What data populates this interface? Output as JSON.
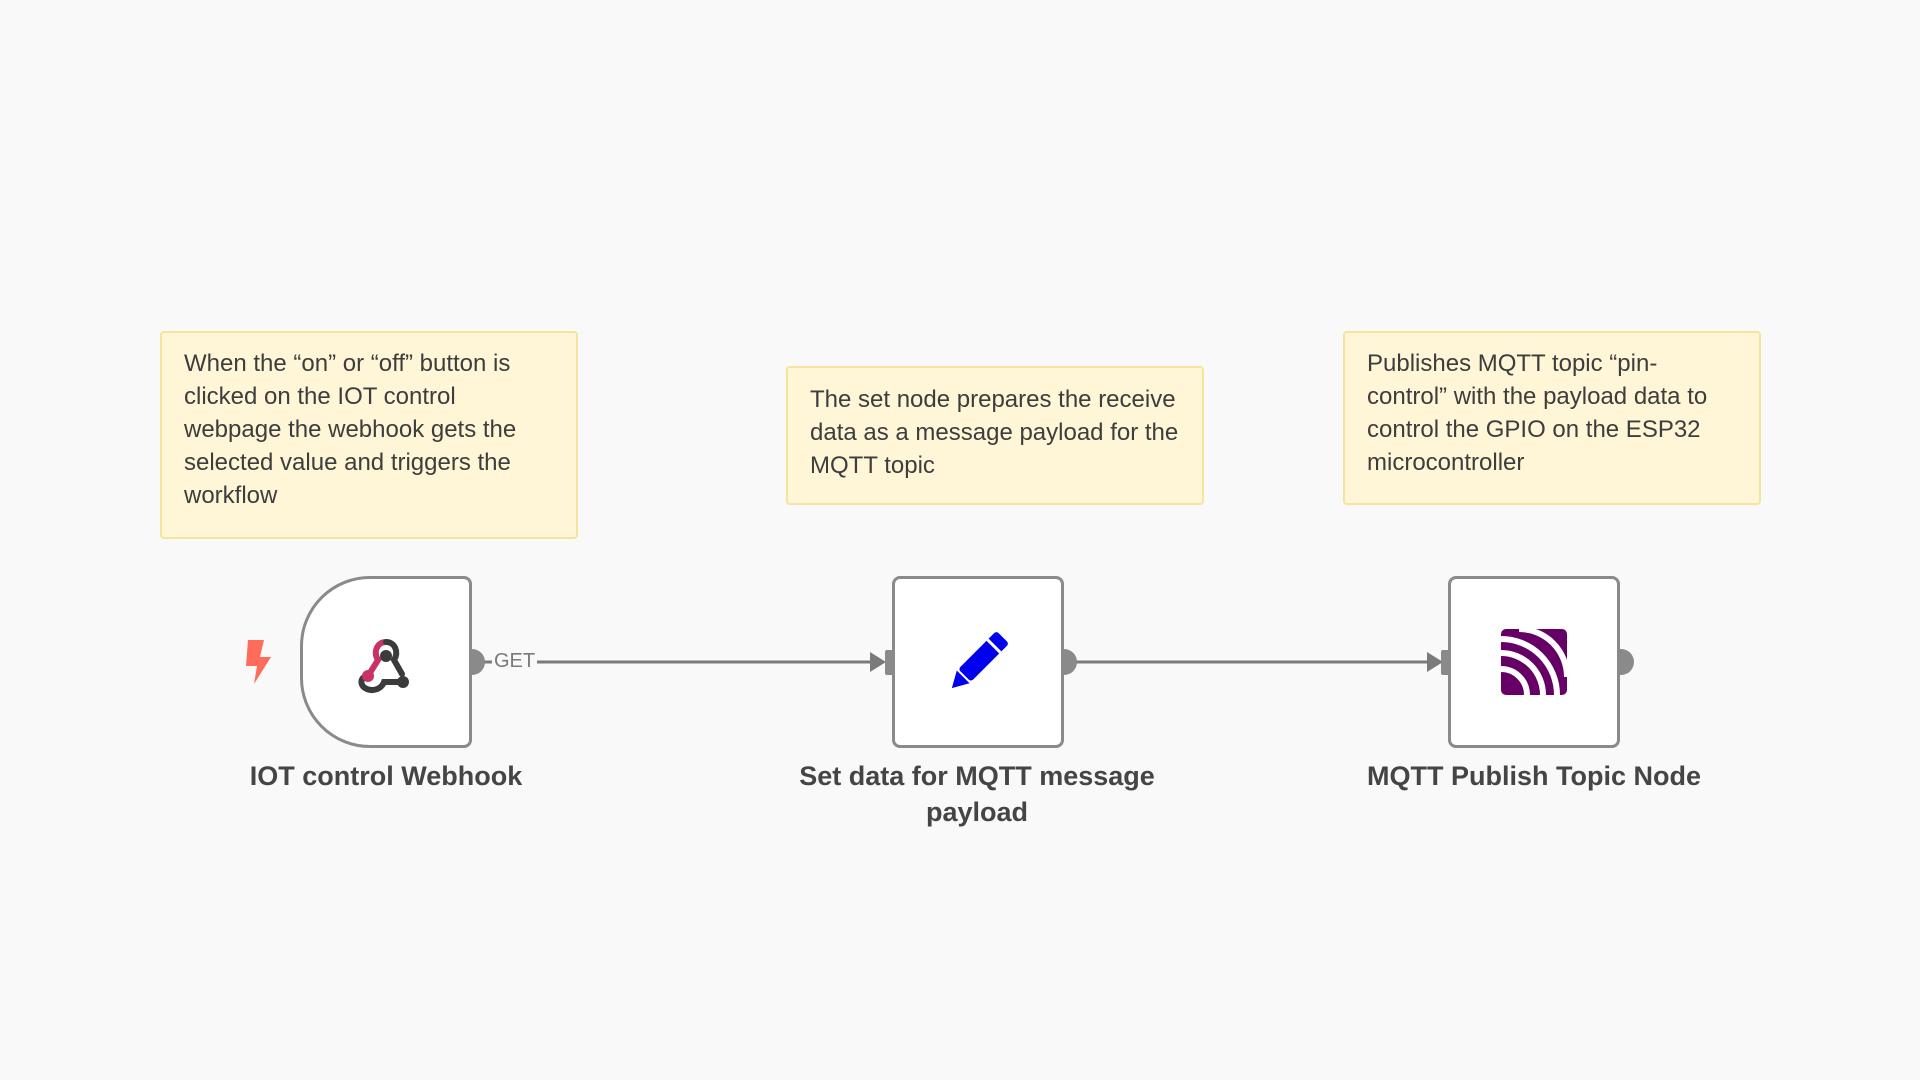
{
  "canvas": {
    "background": "#f9f9f9"
  },
  "sticky_notes": {
    "webhook_note": "When the “on” or “off” button is clicked on the IOT control webpage the webhook gets the selected value and triggers the workflow",
    "set_note": "The set node prepares the receive data as a message payload for the MQTT topic",
    "mqtt_note": "Publishes MQTT topic “pin-control” with the payload data to control the GPIO on the ESP32 microcontroller"
  },
  "nodes": {
    "webhook": {
      "name": "IOT control Webhook",
      "icon": "webhook-icon",
      "method_label": "GET"
    },
    "set": {
      "name": "Set data for MQTT message payload",
      "icon": "pencil-icon"
    },
    "mqtt": {
      "name": "MQTT Publish Topic Node",
      "icon": "mqtt-icon"
    }
  },
  "colors": {
    "sticky_bg": "#fef6d6",
    "sticky_border": "#f6e49c",
    "node_border": "#8a8a8a",
    "wire": "#7a7a7a",
    "trigger_bolt": "#ff6d5a",
    "webhook_accent": "#c83363",
    "set_icon": "#0000ee",
    "mqtt_icon": "#660066"
  }
}
